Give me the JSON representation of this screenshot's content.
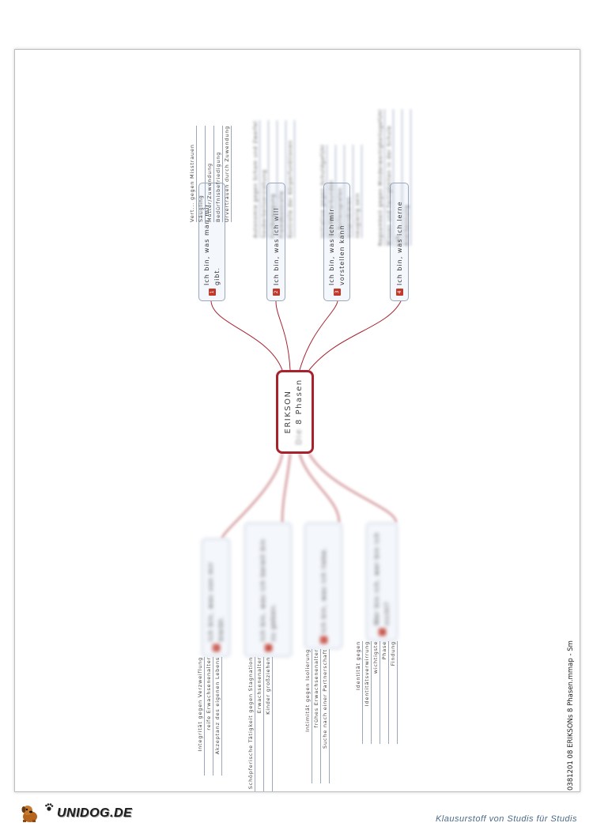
{
  "center": {
    "title": "ERIKSON",
    "line1_blurred": "Die",
    "line2": "8 Phasen"
  },
  "branches_right": [
    {
      "num": "1",
      "text": "Ich bin, was man mir gibt.",
      "header": "Vert... gegen Misstrauen",
      "leaves": [
        "Säugling",
        "Mutter/Zuwendung",
        "Bedürfnisbefriedigung",
        "Urvertrauen durch Zuwendung"
      ]
    },
    {
      "num": "2",
      "text": "Ich bin, was ich will",
      "header": "Autonomie gegen Scham und Zweifel",
      "leaves": [
        "Sauberkeitserziehung",
        "Fortbewegung",
        "Fremdkontrolle",
        "Kontrolle der Körperfunktionen"
      ]
    },
    {
      "num": "3",
      "text": "Ich bin, was ich mir vorstellen kann",
      "header": "Initiative gegen Schuldgefühl",
      "leaves": [
        "Die Welt erkunden",
        "in Rollenspielen",
        "ausprobieren",
        "neugierig sein"
      ]
    },
    {
      "num": "4",
      "text": "Ich bin, was ich lerne",
      "header": "Regsamkeit gegen Minderwertigkeitsgefühl",
      "leaves": [
        "Wissen und Fertigkeiten in der Schule",
        "Lob",
        "Anerkennung"
      ]
    }
  ],
  "branches_left": [
    {
      "num": "8",
      "text": "Ich bin, was von mir bleibt.",
      "leaves": [
        "Integrität gegen Verzweiflung",
        "reife Erwachsenenalter",
        "Akzeptanz des eigenen Lebens"
      ]
    },
    {
      "num": "7",
      "text": "Ich bin, was ich bereit bin zu geben.",
      "leaves": [
        "Schöpferische Tätigkeit gegen Stagnation",
        "Erwachsenenalter",
        "Kinder großziehen"
      ]
    },
    {
      "num": "6",
      "text": "Ich bin, was ich liebe.",
      "leaves": [
        "Intimität gegen Isolierung",
        "frühes Erwachsenenalter",
        "Suche nach einer Partnerschaft"
      ]
    },
    {
      "num": "5",
      "text": "Wer bin ich, wer bin ich nicht?",
      "leaves": [
        "Identität gegen",
        "Identitätsverwirrung",
        "wichtigste",
        "Phase",
        "Findung"
      ]
    }
  ],
  "footer_path": "0381201 08 ERIKSONs 8 Phasen.mmap - Sm",
  "brand": {
    "name": "UNIDOG.DE"
  },
  "slogan": "Klausurstoff von Studis für Studis",
  "colors": {
    "accent": "#a8222e",
    "node_border": "#9aa7bd",
    "node_fill": "#f4f7fc"
  }
}
